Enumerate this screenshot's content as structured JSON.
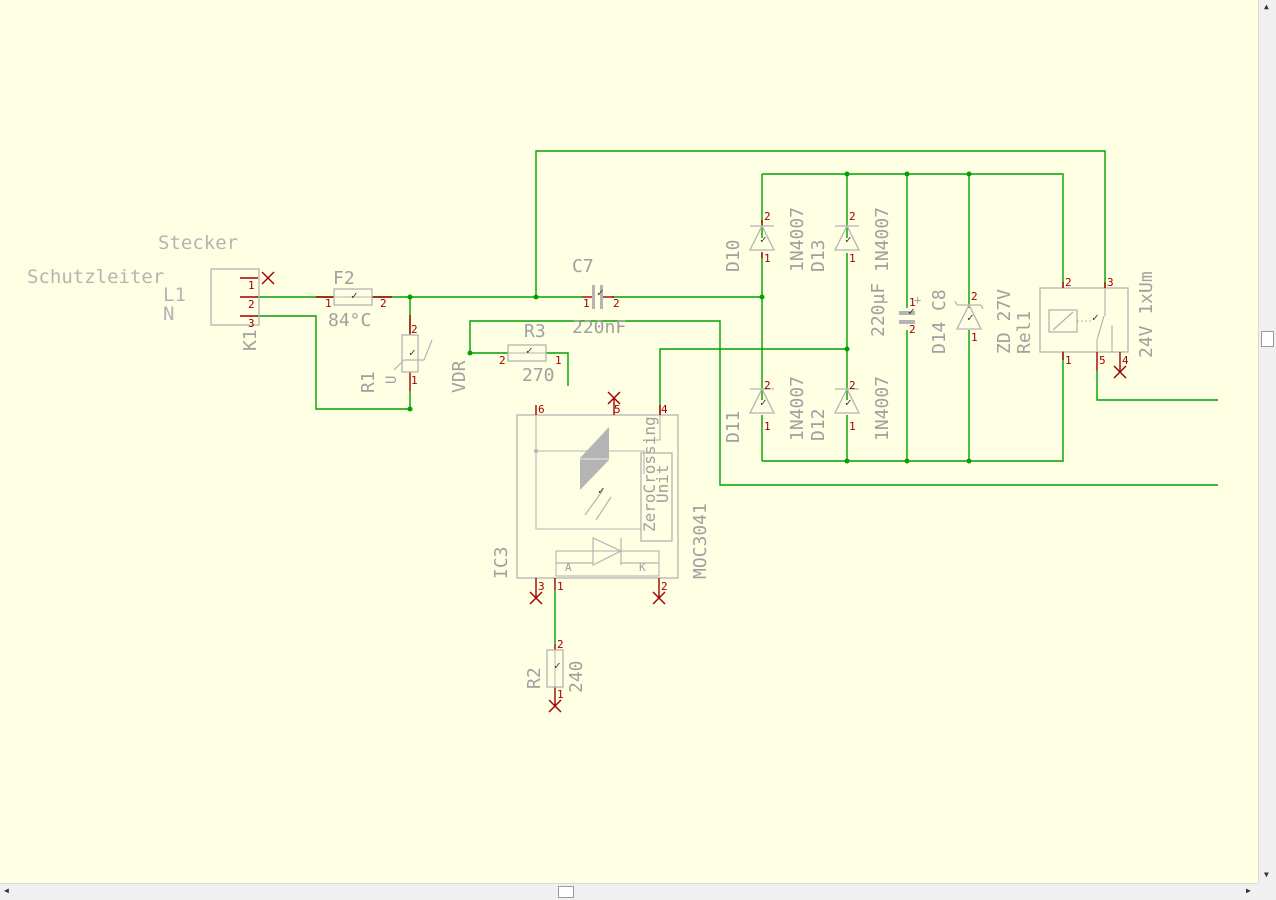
{
  "colors": {
    "background": "#ffffe4",
    "net": "#00a000",
    "pin": "#a00000",
    "part": "#b4b4b4",
    "label": "#a0a0a0"
  },
  "schematic": {
    "notes": {
      "stecker": "Stecker",
      "schutzleiter": "Schutzleiter",
      "l1": "L1",
      "n": "N"
    },
    "k1": {
      "name": "K1",
      "pins": [
        "1",
        "2",
        "3"
      ]
    },
    "f2": {
      "name": "F2",
      "value": "84°C",
      "pin1": "1",
      "pin2": "2"
    },
    "r1": {
      "name": "R1",
      "value": "VDR",
      "u": "U",
      "pin1": "1",
      "pin2": "2"
    },
    "r3": {
      "name": "R3",
      "value": "270",
      "pin1": "1",
      "pin2": "2"
    },
    "c7": {
      "name": "C7",
      "value": "220nF",
      "pin1": "1",
      "pin2": "2"
    },
    "d10": {
      "name": "D10",
      "value": "1N4007",
      "pin1": "1",
      "pin2": "2"
    },
    "d11": {
      "name": "D11",
      "value": "1N4007",
      "pin1": "1",
      "pin2": "2"
    },
    "d12": {
      "name": "D12",
      "value": "1N4007",
      "pin1": "1",
      "pin2": "2"
    },
    "d13": {
      "name": "D13",
      "value": "1N4007",
      "pin1": "1",
      "pin2": "2"
    },
    "c8": {
      "name": "C8",
      "value": "220µF",
      "plus": "+",
      "pin1": "1",
      "pin2": "2"
    },
    "d14": {
      "name": "D14",
      "value": "ZD 27V",
      "pin1": "1",
      "pin2": "2"
    },
    "rel1": {
      "name": "Rel1",
      "value": "24V 1xUm",
      "pins": [
        "1",
        "2",
        "3",
        "4",
        "5"
      ]
    },
    "ic3": {
      "name": "IC3",
      "value": "MOC3041",
      "inner_label_1": "ZeroCrossing",
      "inner_label_2": "Unit",
      "anode": "A",
      "cathode": "K",
      "pins": [
        "1",
        "2",
        "3",
        "4",
        "5",
        "6"
      ]
    },
    "r2": {
      "name": "R2",
      "value": "240",
      "pin1": "1",
      "pin2": "2"
    }
  }
}
